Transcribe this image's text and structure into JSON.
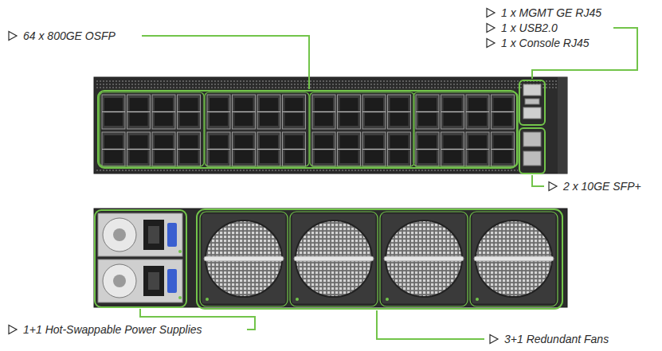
{
  "diagram": {
    "labels": [
      "64 x 800GE OSFP",
      "1 x MGMT GE RJ45",
      "1 x USB2.0",
      "1 x Console RJ45",
      "2 x 10GE SFP+",
      "1+1 Hot-Swappable Power Supplies",
      "3+1 Redundant Fans"
    ]
  }
}
